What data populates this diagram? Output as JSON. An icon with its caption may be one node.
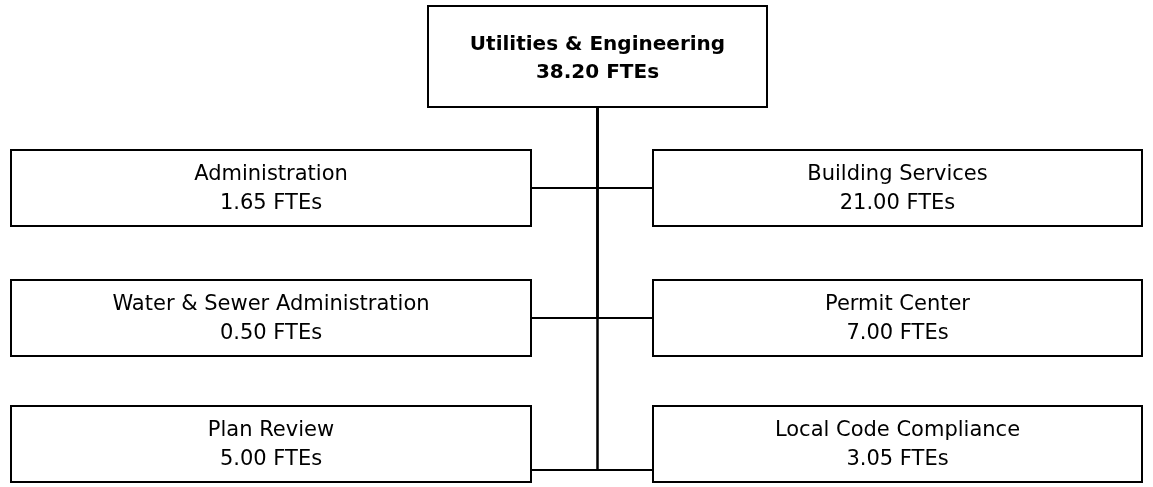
{
  "diagram": {
    "nodes": [
      {
        "text": [
          "Utilities & Engineering",
          "38.20 FTEs"
        ]
      },
      {
        "text": [
          "Administration",
          "1.65 FTEs"
        ]
      },
      {
        "text": [
          "Building Services",
          "21.00 FTEs"
        ]
      },
      {
        "text": [
          "Water & Sewer Administration",
          "0.50 FTEs"
        ]
      },
      {
        "text": [
          "Permit Center",
          "7.00 FTEs"
        ]
      },
      {
        "text": [
          "Plan Review",
          "5.00 FTEs"
        ]
      },
      {
        "text": [
          "Local Code Compliance",
          "3.05 FTEs"
        ]
      }
    ],
    "edges": [
      {
        "from": 0,
        "to": 1,
        "arrow": "none"
      },
      {
        "from": 0,
        "to": 2,
        "arrow": "none"
      },
      {
        "from": 0,
        "to": 3,
        "arrow": "none"
      },
      {
        "from": 0,
        "to": 4,
        "arrow": "none"
      },
      {
        "from": 0,
        "to": 5,
        "arrow": "none"
      },
      {
        "from": 0,
        "to": 6,
        "arrow": "none"
      }
    ]
  }
}
